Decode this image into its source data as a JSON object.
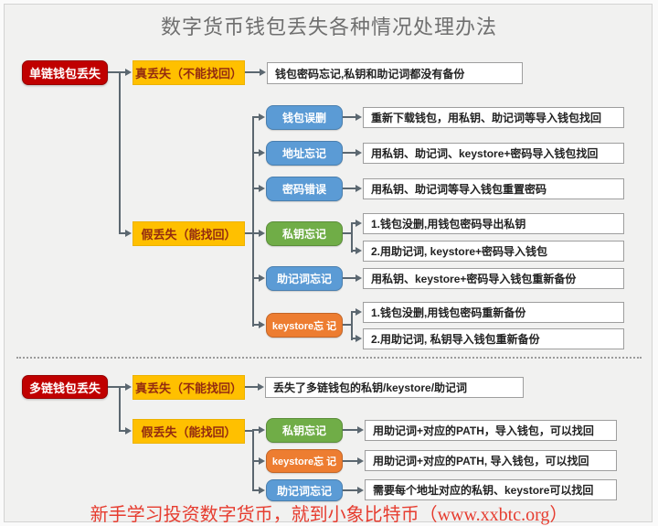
{
  "title": "数字货币钱包丢失各种情况处理办法",
  "footer": "新手学习投资数字货币，就到小象比特币（www.xxbtc.org）",
  "palette": {
    "root_red": "#c00000",
    "loss_yellow": "#ffc000",
    "branch_blue": "#5b9bd5",
    "branch_green": "#70ad47",
    "branch_orange": "#ed7d31",
    "connector_gray": "#5b6770",
    "footer_red": "#e63c2f",
    "background_gray": "#f1f1f0"
  },
  "sections": [
    {
      "root_label": "单链钱包丢失",
      "true_loss": {
        "label": "真丢失（不能找回）",
        "result": "钱包密码忘记,私钥和助记词都没有备份"
      },
      "fake_loss": {
        "label": "假丢失（能找回）",
        "branches": [
          {
            "label": "钱包误删",
            "color": "blue",
            "results": [
              "重新下载钱包，用私钥、助记词等导入钱包找回"
            ]
          },
          {
            "label": "地址忘记",
            "color": "blue",
            "results": [
              "用私钥、助记词、keystore+密码导入钱包找回"
            ]
          },
          {
            "label": "密码错误",
            "color": "blue",
            "results": [
              "用私钥、助记词等导入钱包重置密码"
            ]
          },
          {
            "label": "私钥忘记",
            "color": "green",
            "results": [
              "1.钱包没删,用钱包密码导出私钥",
              "2.用助记词, keystore+密码导入钱包"
            ]
          },
          {
            "label": "助记词忘记",
            "color": "blue",
            "results": [
              "用私钥、keystore+密码导入钱包重新备份"
            ]
          },
          {
            "label": "keystore忘 记",
            "color": "orange",
            "results": [
              "1.钱包没删,用钱包密码重新备份",
              "2.用助记词, 私钥导入钱包重新备份"
            ]
          }
        ]
      }
    },
    {
      "root_label": "多链钱包丢失",
      "true_loss": {
        "label": "真丢失（不能找回）",
        "result": "丢失了多链钱包的私钥/keystore/助记词"
      },
      "fake_loss": {
        "label": "假丢失（能找回）",
        "branches": [
          {
            "label": "私钥忘记",
            "color": "green",
            "results": [
              "用助记词+对应的PATH，导入钱包，可以找回"
            ]
          },
          {
            "label": "keystore忘 记",
            "color": "orange",
            "results": [
              "用助记词+对应的PATH, 导入钱包，可以找回"
            ]
          },
          {
            "label": "助记词忘记",
            "color": "blue",
            "results": [
              "需要每个地址对应的私钥、keystore可以找回"
            ]
          }
        ]
      }
    }
  ]
}
